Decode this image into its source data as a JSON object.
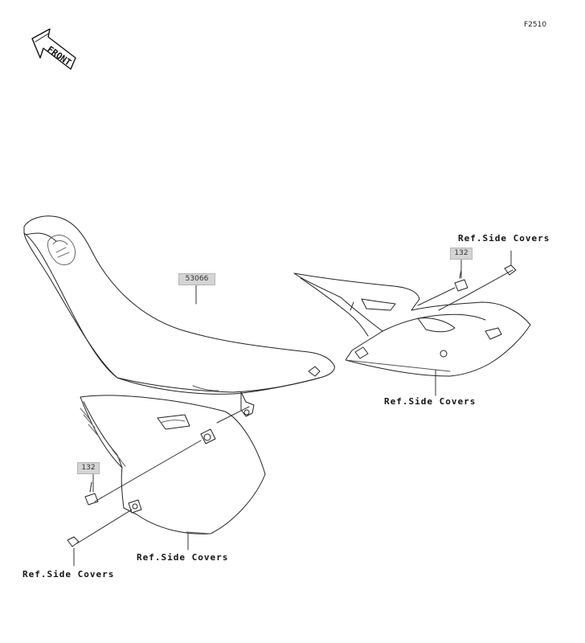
{
  "diagram_code": "F2510",
  "front_label": "FRONT",
  "parts": {
    "seat_number": "53066",
    "bolt_upper_number": "132",
    "bolt_lower_number": "132"
  },
  "refs": {
    "upper_right": "Ref.Side Covers",
    "right_mid": "Ref.Side Covers",
    "lower_center": "Ref.Side Covers",
    "lower_left": "Ref.Side Covers"
  }
}
